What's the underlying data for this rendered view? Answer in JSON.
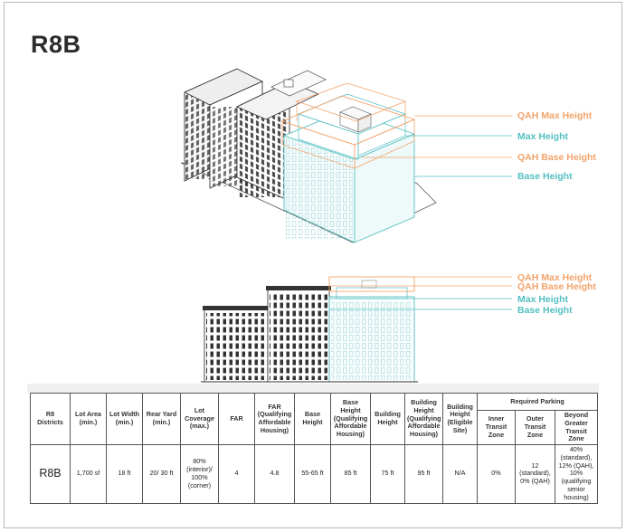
{
  "title": "R8B",
  "labels_top": {
    "qah_max_height": "QAH Max Height",
    "max_height": "Max Height",
    "qah_base_height": "QAH Base Height",
    "base_height": "Base Height"
  },
  "labels_bottom": {
    "qah_max_height": "QAH Max Height",
    "qah_base_height": "QAH Base Height",
    "max_height": "Max Height",
    "base_height": "Base Height"
  },
  "colors": {
    "qah": "#f2a36b",
    "standard": "#54bfc2",
    "ink": "#222222"
  },
  "table": {
    "headers": {
      "districts": "R8 Districts",
      "lot_area": "Lot Area (min.)",
      "lot_width": "Lot Width (min.)",
      "rear_yard": "Rear Yard (min.)",
      "lot_coverage": "Lot Coverage (max.)",
      "far": "FAR",
      "far_qah": "FAR (Qualifying Affordable Housing)",
      "base_height": "Base Height",
      "base_height_qah": "Base Height (Qualifying Affordable Housing)",
      "building_height": "Building Height",
      "building_height_qah": "Building Height (Qualifying Affordable Housing)",
      "building_height_eligible": "Building Height (Eligible Site)",
      "required_parking": "Required Parking",
      "inner_transit": "Inner Transit Zone",
      "outer_transit": "Outer Transit Zone",
      "beyond_transit": "Beyond Greater Transit Zone"
    },
    "row": {
      "district": "R8B",
      "lot_area": "1,700 sf",
      "lot_width": "18 ft",
      "rear_yard": "20/ 30 ft",
      "lot_coverage": "80% (interior)/ 100% (corner)",
      "far": "4",
      "far_qah": "4.8",
      "base_height": "55-65 ft",
      "base_height_qah": "85 ft",
      "building_height": "75 ft",
      "building_height_qah": "95 ft",
      "building_height_eligible": "N/A",
      "inner_transit": "0%",
      "outer_transit": "12 (standard), 0% (QAH)",
      "beyond_transit": "40% (standard), 12% (QAH), 10% (qualifying senior housing)"
    }
  }
}
